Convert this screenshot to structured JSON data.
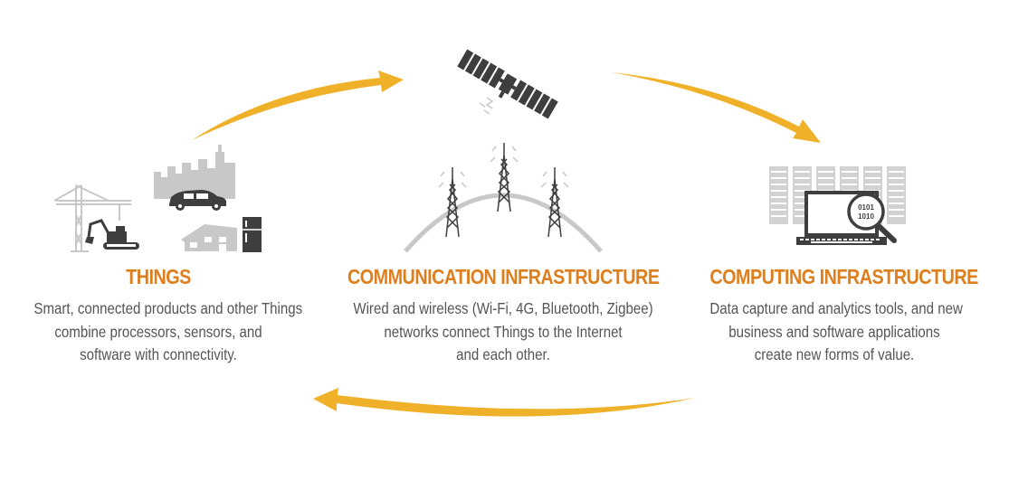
{
  "colors": {
    "accent": "#F0B12A",
    "title": "#DE7E1C",
    "body_text": "#555555",
    "icon_dark": "#3E3E3E",
    "icon_light": "#C8C8C8",
    "server": "#D2D2D2"
  },
  "icons": [
    "crane-icon",
    "excavator-icon",
    "city-skyline-icon",
    "car-icon",
    "house-icon",
    "refrigerator-icon",
    "satellite-icon",
    "cell-tower-icon",
    "server-rack-icon",
    "monitor-icon",
    "magnifier-icon"
  ],
  "things": {
    "title": "THINGS",
    "lines": [
      "Smart, connected products and other Things",
      "combine processors, sensors, and",
      "software with connectivity."
    ]
  },
  "communication": {
    "title": "COMMUNICATION INFRASTRUCTURE",
    "lines": [
      "Wired and wireless (Wi-Fi, 4G, Bluetooth, Zigbee)",
      "networks connect Things to the Internet",
      "and each other."
    ]
  },
  "computing": {
    "title": "COMPUTING INFRASTRUCTURE",
    "lines": [
      "Data capture and analytics tools, and new",
      "business and software applications",
      "create new forms of value."
    ],
    "binary_top": "0101",
    "binary_bottom": "1010"
  }
}
